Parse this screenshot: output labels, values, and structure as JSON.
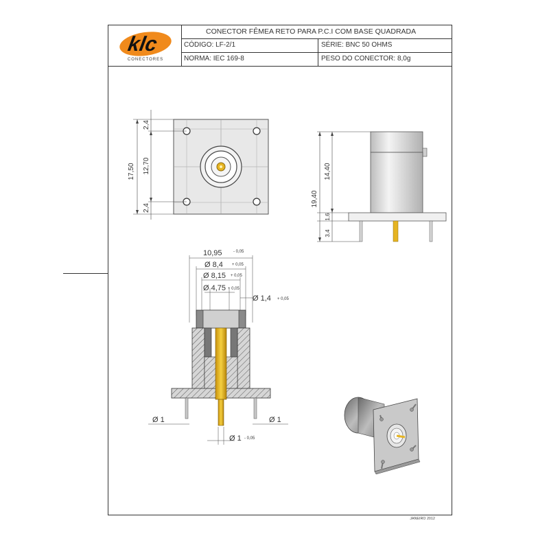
{
  "logo": {
    "brand": "klc",
    "sub": "CONECTORES"
  },
  "title_block": {
    "title": "CONECTOR FÊMEA RETO PARA P.C.I COM BASE QUADRADA",
    "codigo": "CÓDIGO: LF-2/1",
    "serie": "SÉRIE: BNC 50 OHMS",
    "norma": "NORMA: IEC 169-8",
    "peso": "PESO DO CONECTOR:  8,0g"
  },
  "top_view": {
    "dim_total": "17,50",
    "dim_mid": "12,70",
    "dim_top": "2,4",
    "dim_bottom": "2,4"
  },
  "side_view": {
    "dim_total": "19,40",
    "dim_body": "14,40",
    "dim_base": "1,6",
    "dim_pins": "3,4"
  },
  "section_view": {
    "d1": {
      "value": "10,95",
      "tol": "- 0,05"
    },
    "d2": {
      "value": "Ø 8,4",
      "tol": "+ 0,05"
    },
    "d3": {
      "value": "Ø 8,15",
      "tol": "+ 0,05"
    },
    "d4": {
      "value": "Ø 4,75",
      "tol": "+ 0,05"
    },
    "d5": {
      "value": "Ø 1,4",
      "tol": "+ 0,05"
    },
    "pin_left": "Ø 1",
    "pin_right": "Ø 1",
    "center_pin": {
      "value": "Ø 1",
      "tol": "- 0,05"
    }
  },
  "footer": "JANEIRO 2012",
  "colors": {
    "logo_orange": "#f08a1c",
    "gold": "#e6b422",
    "metal": "#c8c8c8",
    "plate": "#dcdcdc"
  }
}
